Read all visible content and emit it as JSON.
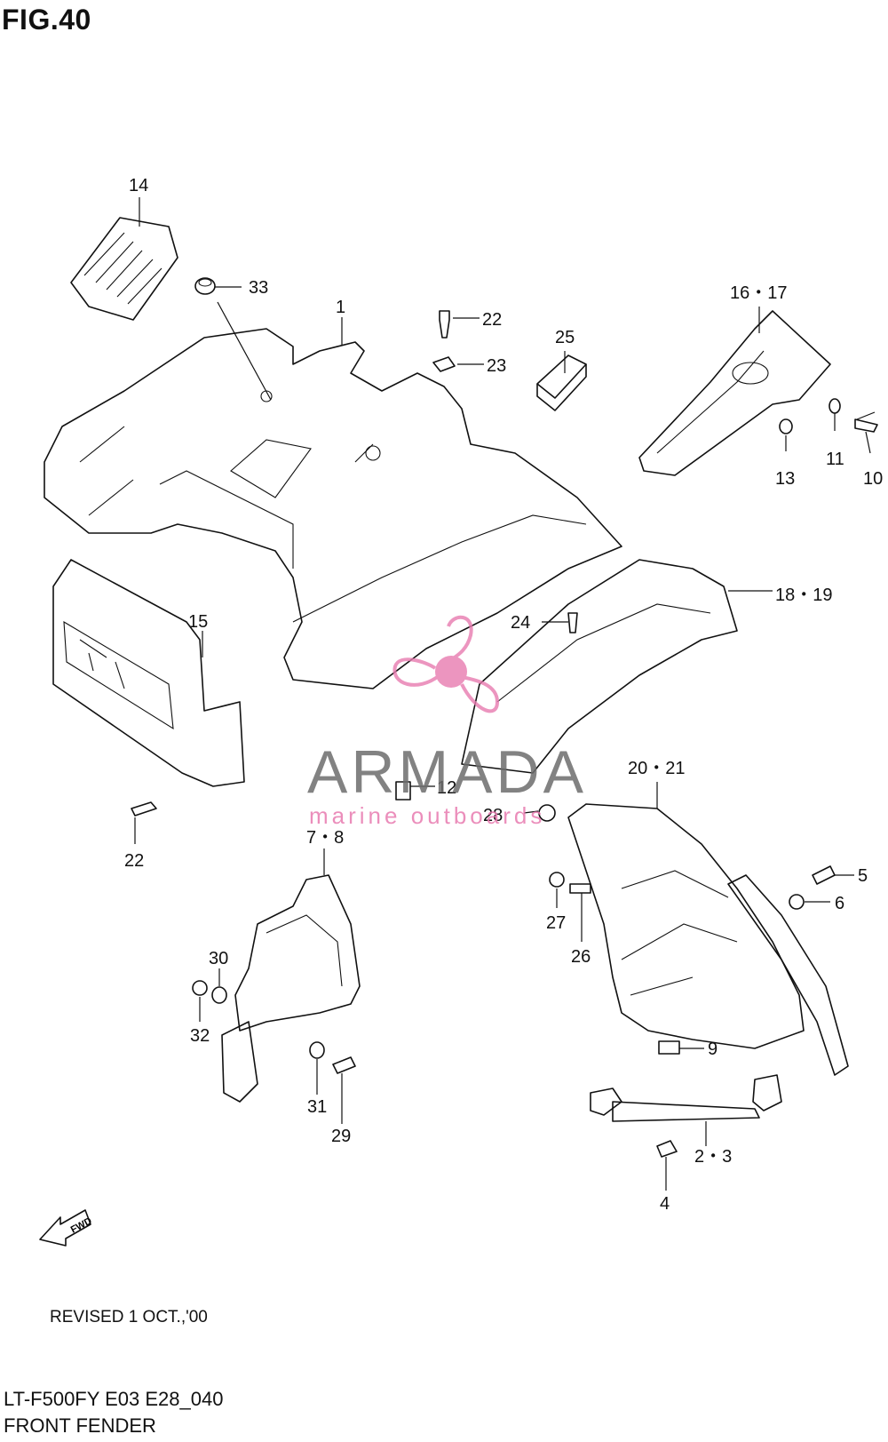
{
  "figure_title": "FIG.40",
  "revised_note": "REVISED 1 OCT.,'00",
  "model_code": "LT-F500FY E03 E28_040",
  "section_name": "FRONT FENDER",
  "fwd_label": "FWD",
  "watermark": {
    "brand": "ARMADA",
    "tagline": "marine outboards"
  },
  "callouts": {
    "c1": "1",
    "c14": "14",
    "c33": "33",
    "c22a": "22",
    "c23": "23",
    "c25": "25",
    "c16_17": "16・17",
    "c11": "11",
    "c13": "13",
    "c10": "10",
    "c15": "15",
    "c18_19": "18・19",
    "c24": "24",
    "c12": "12",
    "c22b": "22",
    "c28": "28",
    "c20_21": "20・21",
    "c7_8": "7・8",
    "c5": "5",
    "c6": "6",
    "c27": "27",
    "c26": "26",
    "c30": "30",
    "c32": "32",
    "c9": "9",
    "c31": "31",
    "c29": "29",
    "c2_3": "2・3",
    "c4": "4"
  }
}
